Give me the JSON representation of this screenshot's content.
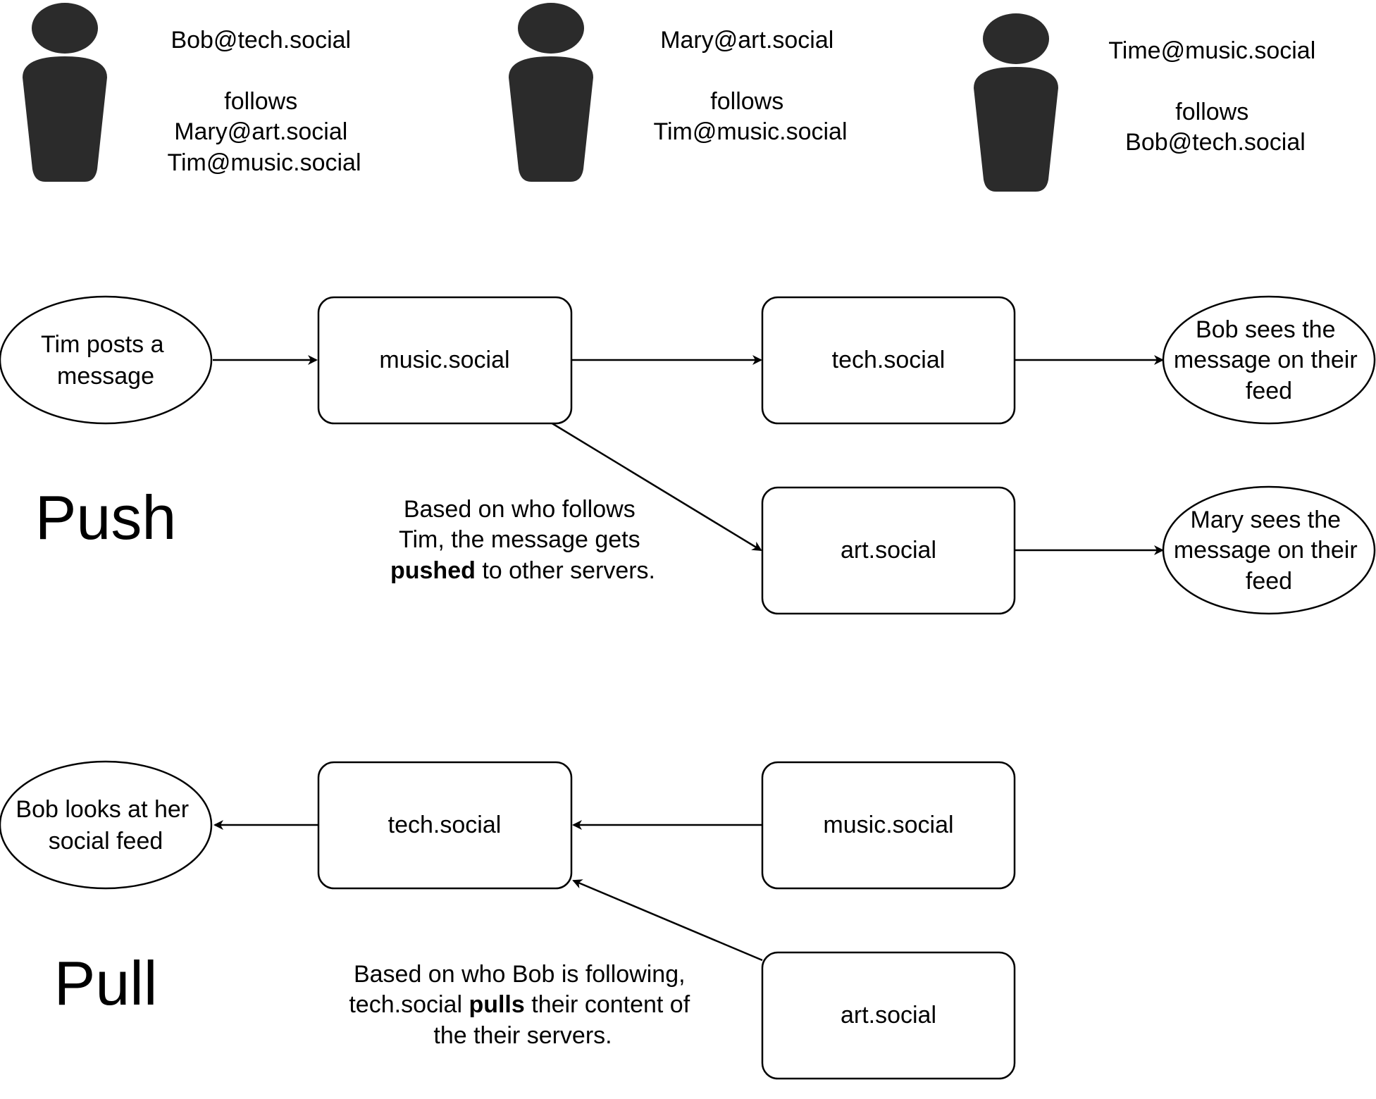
{
  "users": [
    {
      "id": "bob",
      "lines": [
        "Bob@tech.social",
        "",
        "follows",
        "Mary@art.social",
        "Tim@music.social"
      ]
    },
    {
      "id": "mary",
      "lines": [
        "Mary@art.social",
        "",
        "follows",
        "Tim@music.social"
      ]
    },
    {
      "id": "tim",
      "lines": [
        "Time@music.social",
        "",
        "follows",
        "Bob@tech.social"
      ]
    }
  ],
  "push": {
    "title": "Push",
    "start": [
      "Tim posts a",
      "message"
    ],
    "origin_server": "music.social",
    "server_a": "tech.social",
    "server_b": "art.social",
    "result_a": [
      "Bob sees the",
      "message on their",
      "feed"
    ],
    "result_b": [
      "Mary sees the",
      "message on their",
      "feed"
    ],
    "note": {
      "line1": "Based on who follows",
      "line2": "Tim, the message gets",
      "bold": "pushed",
      "after_bold": " to other servers."
    }
  },
  "pull": {
    "title": "Pull",
    "end": [
      "Bob looks at her",
      "social feed"
    ],
    "home_server": "tech.social",
    "server_a": "music.social",
    "server_b": "art.social",
    "note": {
      "line1": "Based on who Bob is following,",
      "before_bold": "tech.social ",
      "bold": "pulls",
      "after_bold": " their content of",
      "line3": "the their servers."
    }
  }
}
